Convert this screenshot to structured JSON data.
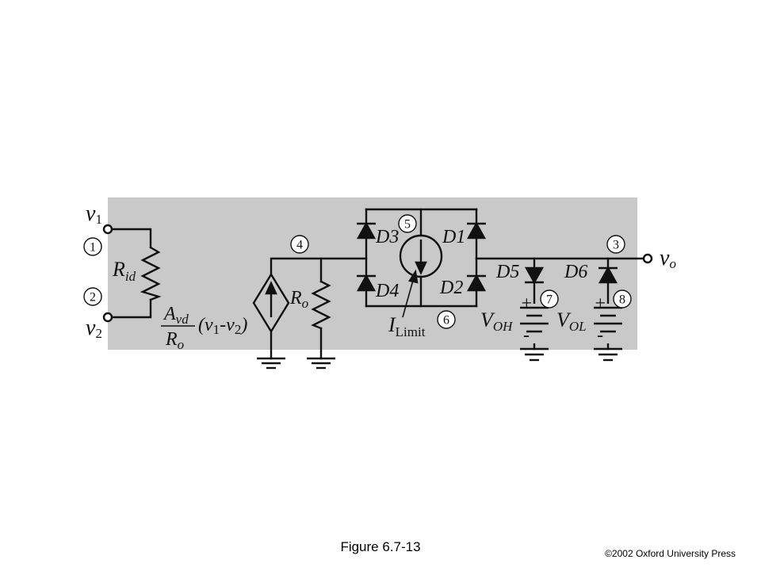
{
  "diagram": {
    "terminals": {
      "v1": "v",
      "v1_sub": "1",
      "v2": "v",
      "v2_sub": "2",
      "vo": "v",
      "vo_sub": "o"
    },
    "nodes": [
      "1",
      "2",
      "3",
      "4",
      "5",
      "6",
      "7",
      "8"
    ],
    "resistors": {
      "rid": "R",
      "rid_sub": "id",
      "ro": "R",
      "ro_sub": "o"
    },
    "source_expr": {
      "num": "A",
      "num_sub": "vd",
      "den": "R",
      "den_sub": "o",
      "arg_open": "(v",
      "arg_1": "1",
      "arg_mid": "-v",
      "arg_2": "2",
      "arg_close": ")"
    },
    "diodes": [
      "D3",
      "D1",
      "D4",
      "D2",
      "D5",
      "D6"
    ],
    "current_limit": {
      "label": "I",
      "sub": "Limit"
    },
    "batteries": {
      "voh": "V",
      "voh_sub": "OH",
      "vol": "V",
      "vol_sub": "OL",
      "plus": "+",
      "minus": "-"
    }
  },
  "caption": "Figure 6.7-13",
  "copyright": "©2002 Oxford University Press",
  "colors": {
    "panel": "#c9c9c9",
    "ink": "#111111",
    "background": "#ffffff"
  }
}
